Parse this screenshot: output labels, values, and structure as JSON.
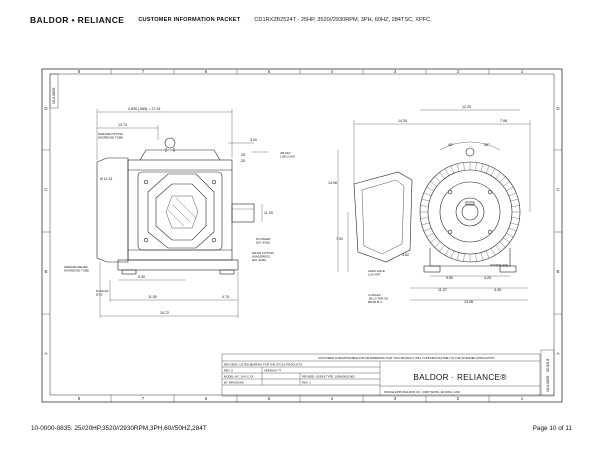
{
  "header": {
    "brand": "BALDOR • RELIANCE",
    "packet_title": "CUSTOMER INFORMATION PACKET",
    "description": "CD1RX2B2524T - 25HP, 3520//2930RPM, 3PH, 60HZ, 284TSC, XPFC,"
  },
  "border": {
    "col_labels": [
      "8",
      "7",
      "6",
      "5",
      "4",
      "3",
      "2",
      "1"
    ],
    "row_labels": [
      "D",
      "C",
      "B",
      "A"
    ]
  },
  "left_view": {
    "dims": {
      "overall": "2.835 (.565) = 27.24",
      "d1": "13.74",
      "d2": "Ø 11.31",
      "d3": "9.30",
      "d4": "11.00",
      "d5": "4.74",
      "d6": "15.72",
      "d7": "3.00",
      "d8": ".25",
      "d9": ".25",
      "d10": "11.29"
    },
    "callouts": {
      "grease_fitting": "GREASE FITTING\nW/GREASE TUBE",
      "key": "3/8 KEY\n1.88 LONG",
      "plunger": "PLUNGER\n(EA. END)",
      "drain_fitting": "DRAIN FITTING\nW/ADDRESS\n(EA. END)",
      "grease_relief": "GREASE RELIEF\nW/GREASE TUBE",
      "holes": "8 HOLES\nØ.53"
    }
  },
  "right_view": {
    "dims": {
      "d1": "12.25",
      "d2": "14.30",
      "d3": "7.98",
      "d4": "14.96",
      "d5": "7.00",
      "d6": "3.62",
      "d7": "5.50",
      "d8": "4.25",
      "d9": "11.37",
      "d10": "4.49",
      "d11": "13.98",
      "a1": "45°",
      "a2": "45°"
    },
    "callouts": {
      "lead_hole": "LEAD HOLE\n1.00 NPT",
      "holes_tap": "4 HOLES\n.50-13 TAP ON\nØ9.00 B.C.",
      "nameplate": "NAMEPLATE"
    }
  },
  "title_block": {
    "note": "CUSTOMER IS RESPONSIBLE FOR DETERMINING THAT THIS PRODUCT WILL CONFORM SUITABLY IN THE INTENDED APPLICATION",
    "row1": "REV  DESC  LISTED BEARING FOR THE STOCK PRODUCTS",
    "rev_label": "REV: 0",
    "version": "VERSION: T7",
    "row_model": "MODEL NO.  10-0-C.XX",
    "row_date": "REVISED: 10/9/18  TYPE: 1000A002/2063",
    "row_drawn": "BY: BRAGGINK",
    "rev_num": "REV: 1",
    "logo": "BALDOR · RELIANCE®",
    "company": "DODGE EPPC BALDOR CO., FORT SMITH, AR DWG. 1292",
    "side_num": "10-0-0835",
    "side_code": "02-5/0-8",
    "left_tag": "10-0-0835"
  },
  "footer": {
    "left": "10-0000-0835: 25//20HP,3520//2930RPM,3PH,60//50HZ,284T",
    "right": "Page 10 of 11"
  }
}
